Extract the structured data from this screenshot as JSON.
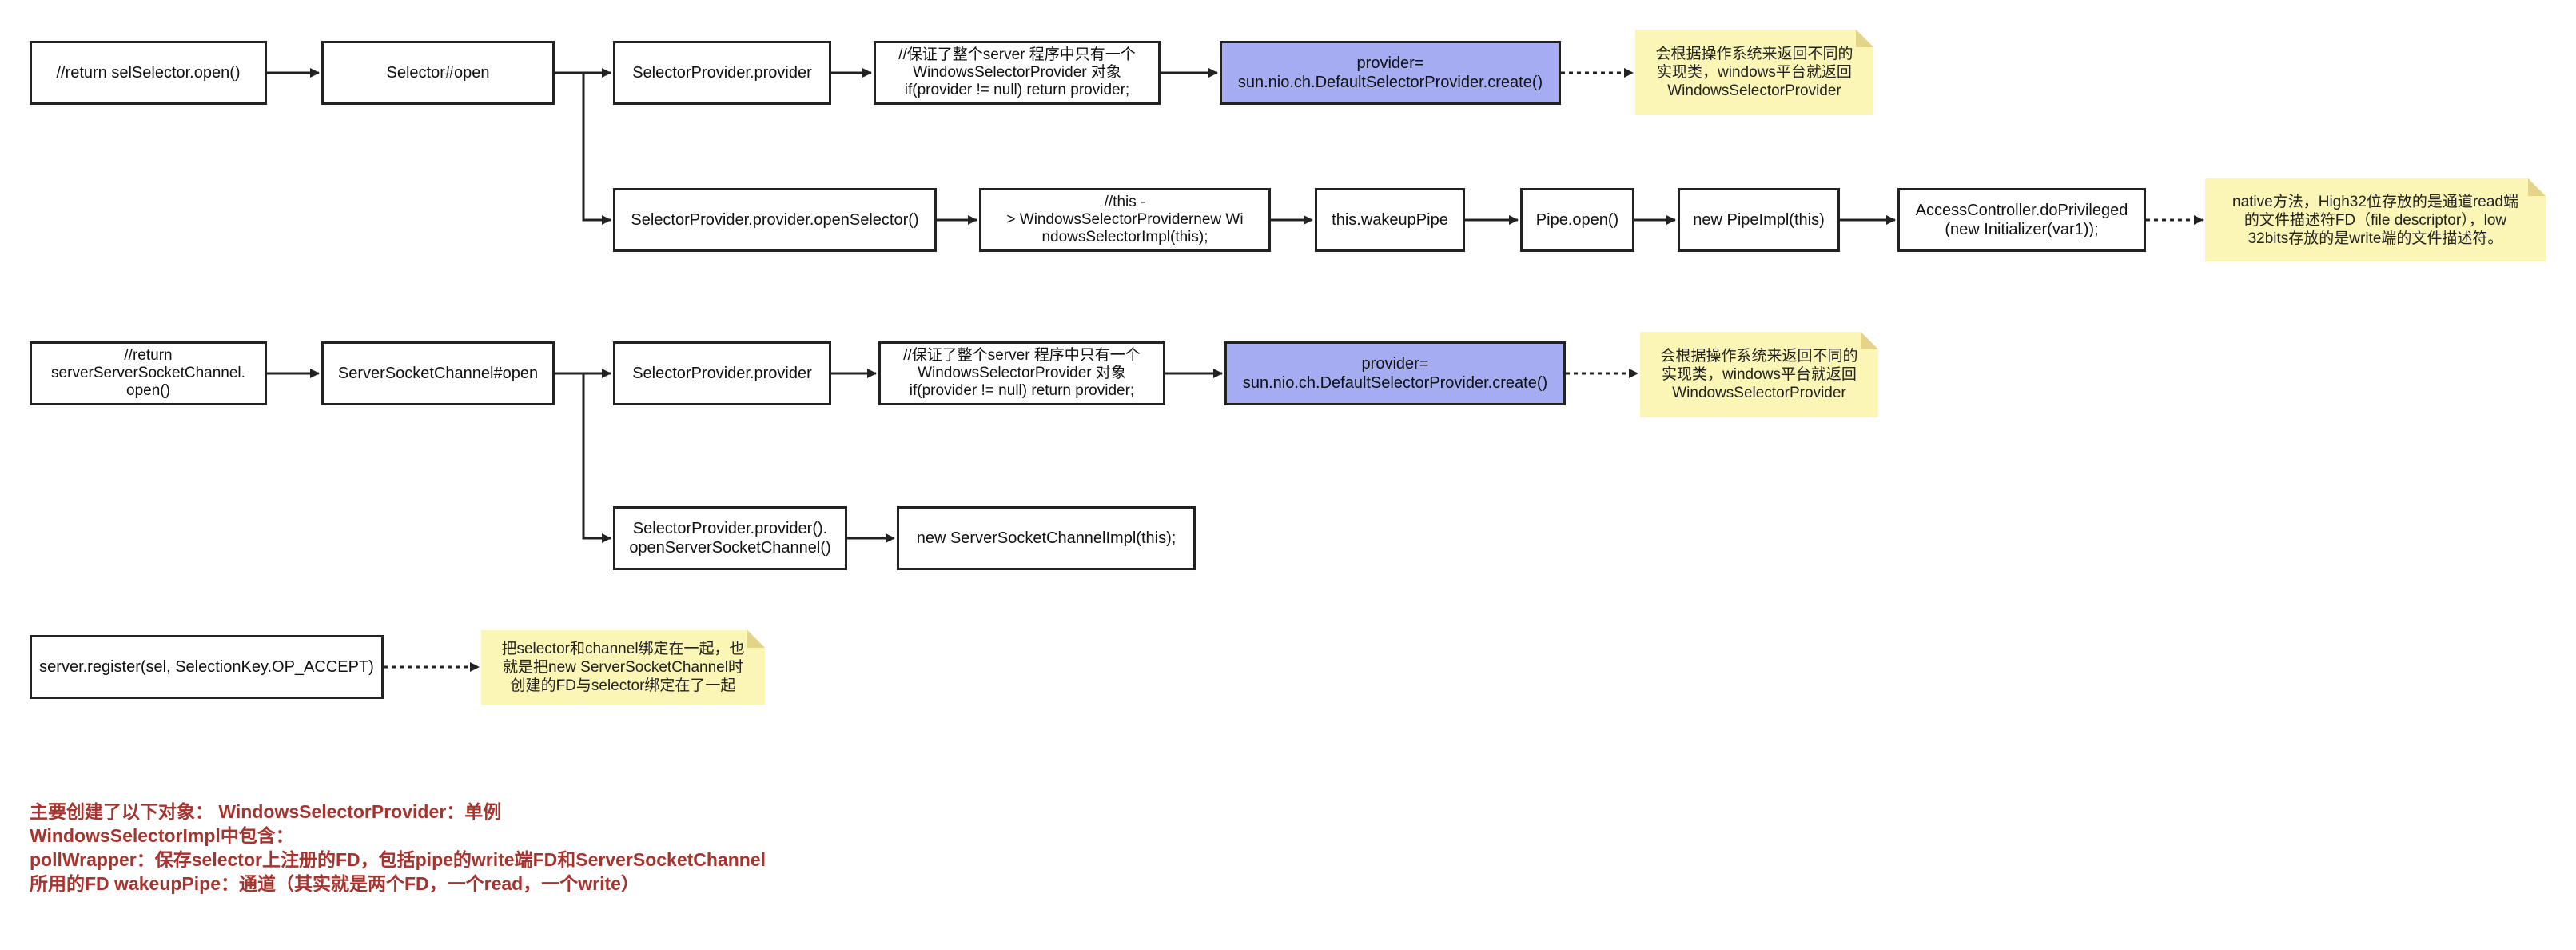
{
  "nodes": {
    "n1": "//return selSelector.open()",
    "n2": "Selector#open",
    "n3": "SelectorProvider.provider",
    "n4": "//保证了整个server 程序中只有一个\nWindowsSelectorProvider 对象\nif(provider != null) return provider;",
    "n5": "provider=\nsun.nio.ch.DefaultSelectorProvider.create()",
    "n6": "SelectorProvider.provider.openSelector()",
    "n7": "//this -\n> WindowsSelectorProvidernew Wi\nndowsSelectorImpl(this);",
    "n8": "this.wakeupPipe",
    "n9": "Pipe.open()",
    "n10": "new PipeImpl(this)",
    "n11": "AccessController.doPrivileged\n(new Initializer(var1));",
    "m1": "//return\nserverServerSocketChannel.\nopen()",
    "m2": "ServerSocketChannel#open",
    "m3": "SelectorProvider.provider",
    "m4": "//保证了整个server 程序中只有一个\nWindowsSelectorProvider 对象\nif(provider != null) return provider;",
    "m5": "provider=\nsun.nio.ch.DefaultSelectorProvider.create()",
    "m6": "SelectorProvider.provider().\nopenServerSocketChannel()",
    "m7": "new ServerSocketChannelImpl(this);",
    "r1": "server.register(sel, SelectionKey.OP_ACCEPT)"
  },
  "notes": {
    "note1": "会根据操作系统来返回不同的\n实现类，windows平台就返回\nWindowsSelectorProvider",
    "note2": "native方法，High32位存放的是通道read端\n的文件描述符FD（file descriptor），low\n32bits存放的是write端的文件描述符。",
    "note3": "会根据操作系统来返回不同的\n实现类，windows平台就返回\nWindowsSelectorProvider",
    "note4": "把selector和channel绑定在一起，也\n就是把new ServerSocketChannel时\n创建的FD与selector绑定在了一起"
  },
  "summary": {
    "line1": "主要创建了以下对象： WindowsSelectorProvider：单例",
    "line2": "WindowsSelectorImpl中包含：",
    "line3": "pollWrapper：保存selector上注册的FD，包括pipe的write端FD和ServerSocketChannel",
    "line4": "所用的FD wakeupPipe：通道（其实就是两个FD，一个read，一个write）"
  },
  "colors": {
    "accent_box": "#a5acf2",
    "note_bg": "#fbf5b6",
    "summary_text": "#a6332d",
    "stroke": "#222222"
  }
}
